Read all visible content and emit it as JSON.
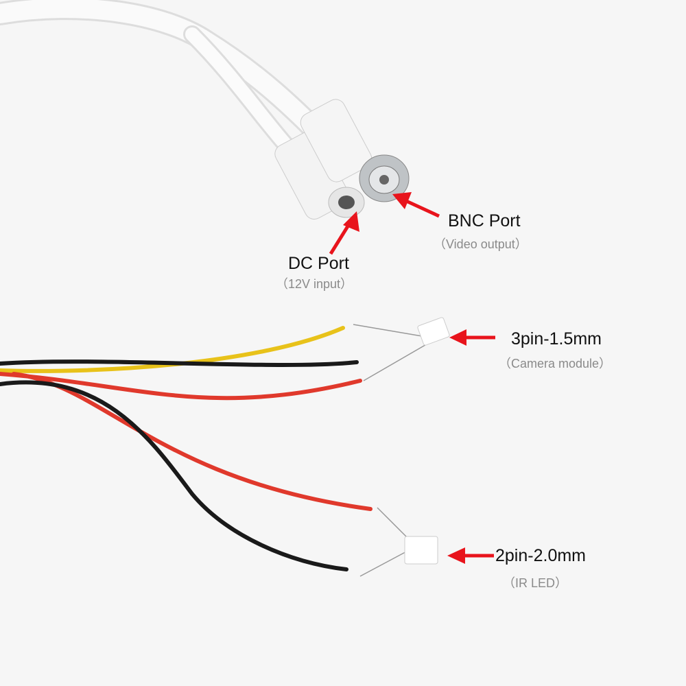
{
  "labels": {
    "bnc": {
      "title": "BNC Port",
      "subtitle": "（Video output）"
    },
    "dc": {
      "title": "DC Port",
      "subtitle": "（12V input）"
    },
    "camera": {
      "title": "3pin-1.5mm",
      "subtitle": "（Camera module）"
    },
    "ir": {
      "title": "2pin-2.0mm",
      "subtitle": "（IR LED）"
    }
  },
  "colors": {
    "arrow": "#e8141c",
    "cable": "#f2f2f2",
    "yellow": "#e8c21a",
    "red": "#e0392c",
    "black": "#1a1a1a"
  }
}
